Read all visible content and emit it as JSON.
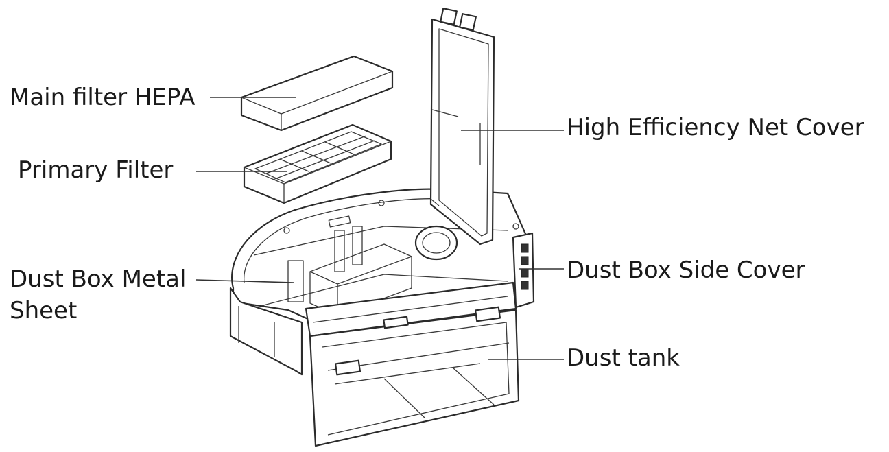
{
  "labels": {
    "main_filter": "Main filter HEPA",
    "primary_filter": "Primary Filter",
    "metal_sheet_line1": "Dust Box Metal",
    "metal_sheet_line2": "Sheet",
    "net_cover": "High Efficiency Net Cover",
    "side_cover": "Dust Box Side Cover",
    "dust_tank": "Dust tank"
  },
  "colors": {
    "line": "#2b2b2b",
    "text": "#1a1a1a",
    "background": "#ffffff"
  }
}
